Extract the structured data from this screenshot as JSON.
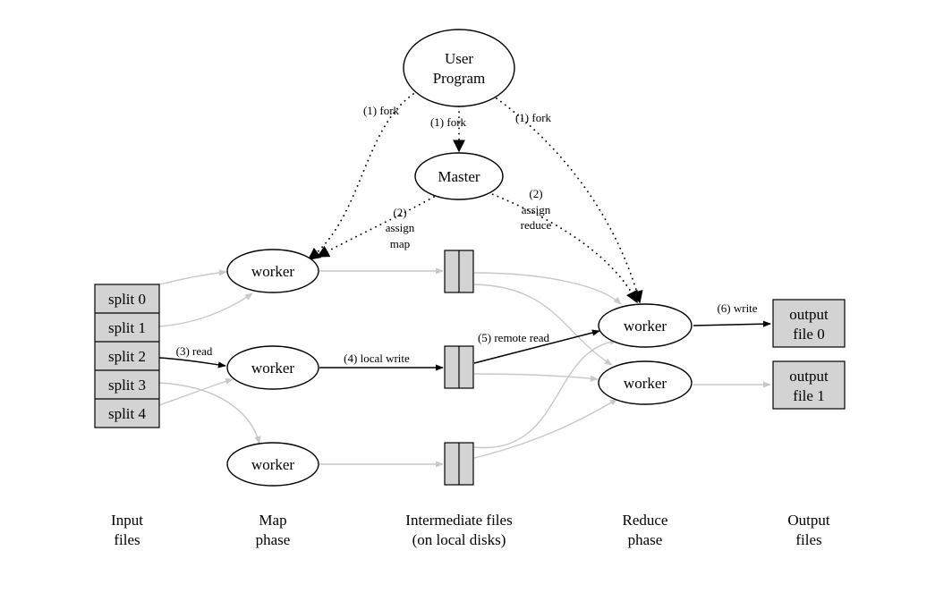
{
  "nodes": {
    "user_program": [
      "User",
      "Program"
    ],
    "master": "Master",
    "map_workers": [
      "worker",
      "worker",
      "worker"
    ],
    "reduce_workers": [
      "worker",
      "worker"
    ]
  },
  "input_splits": [
    "split 0",
    "split 1",
    "split 2",
    "split 3",
    "split 4"
  ],
  "output_files": [
    [
      "output",
      "file 0"
    ],
    [
      "output",
      "file 1"
    ]
  ],
  "edge_labels": {
    "fork_left": "(1) fork",
    "fork_center": "(1) fork",
    "fork_right": "(1) fork",
    "assign_map": [
      "(2)",
      "assign",
      "map"
    ],
    "assign_reduce": [
      "(2)",
      "assign",
      "reduce"
    ],
    "read": "(3) read",
    "local_write": "(4) local write",
    "remote_read": "(5) remote read",
    "write": "(6) write"
  },
  "captions": {
    "input": [
      "Input",
      "files"
    ],
    "map": [
      "Map",
      "phase"
    ],
    "intermediate": [
      "Intermediate files",
      "(on local disks)"
    ],
    "reduce": [
      "Reduce",
      "phase"
    ],
    "output": [
      "Output",
      "files"
    ]
  },
  "colors": {
    "box_fill": "#d3d3d3",
    "gray_edge": "#c8c8c8",
    "line": "#000000"
  }
}
